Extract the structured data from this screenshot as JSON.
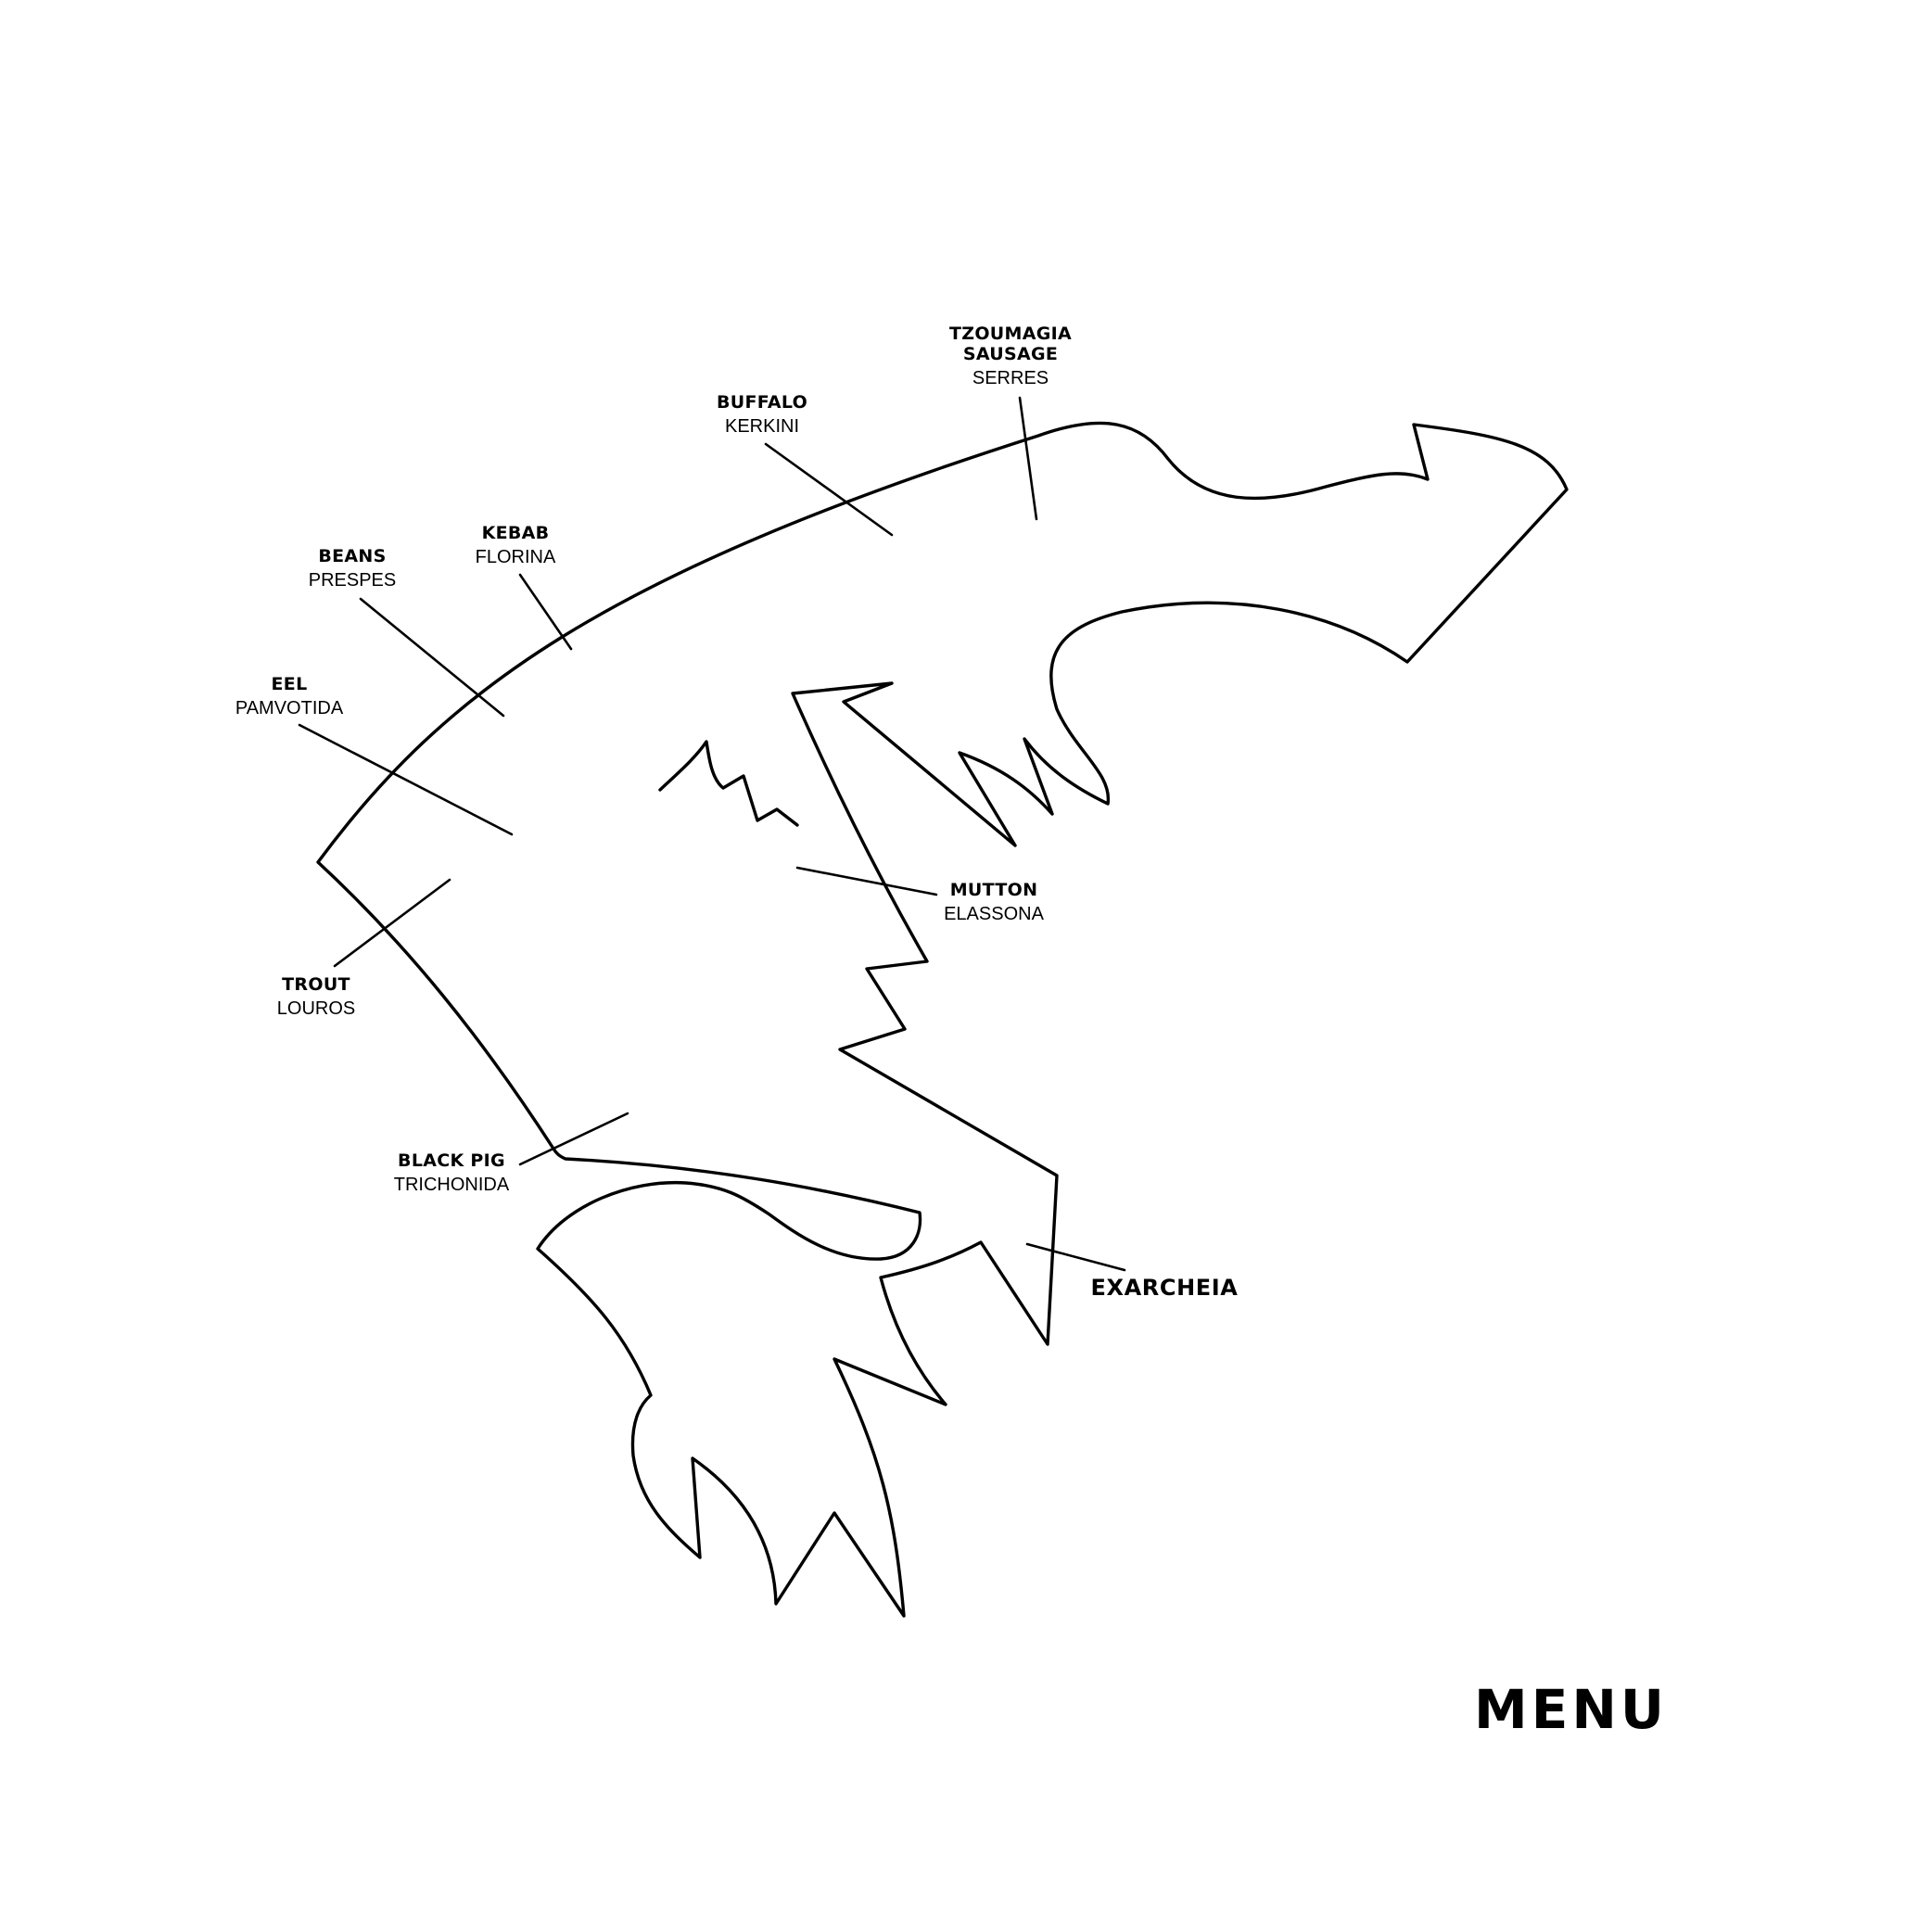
{
  "labels": {
    "tzoumagia": {
      "food": "TZOUMAGIA SAUSAGE",
      "region": "SERRES"
    },
    "buffalo": {
      "food": "BUFFALO",
      "region": "KERKINI"
    },
    "kebab": {
      "food": "KEBAB",
      "region": "FLORINA"
    },
    "beans": {
      "food": "BEANS",
      "region": "PRESPES"
    },
    "eel": {
      "food": "EEL",
      "region": "PAMVOTIDA"
    },
    "mutton": {
      "food": "MUTTON",
      "region": "ELASSONA"
    },
    "trout": {
      "food": "TROUT",
      "region": "LOUROS"
    },
    "black_pig": {
      "food": "BLACK PIG",
      "region": "TRICHONIDA"
    },
    "exarcheia": {
      "name": "EXARCHEIA"
    }
  },
  "menu": {
    "label": "MENU"
  },
  "colors": {
    "ink": "#000000",
    "background": "#ffffff"
  }
}
